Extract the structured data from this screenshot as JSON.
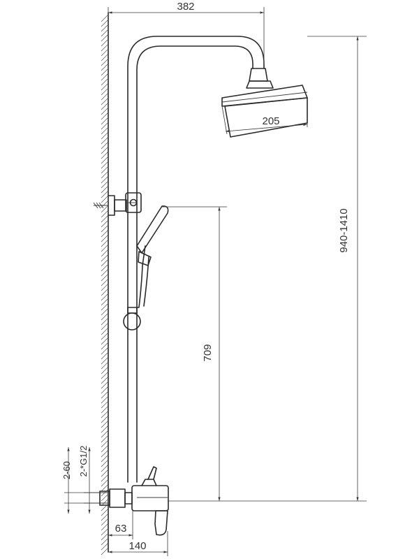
{
  "dimensions": {
    "total_width": "382",
    "head_width": "205",
    "total_height": "940-1410",
    "slider_height": "709",
    "spacing": "2-60",
    "thread": "2-*G1/2",
    "inlet_offset": "63",
    "mixer_depth": "140"
  }
}
